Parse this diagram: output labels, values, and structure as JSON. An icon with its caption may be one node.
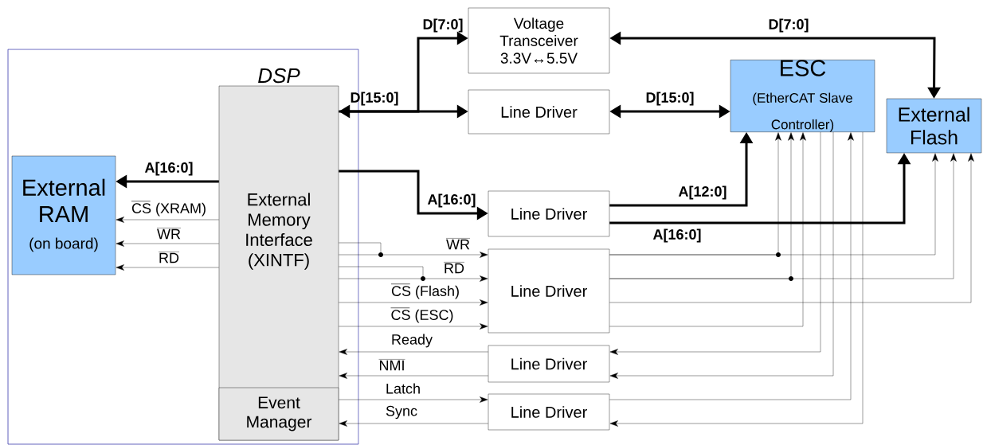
{
  "diagram": {
    "nodes": [
      {
        "text": [],
        "shape": "box"
      },
      {
        "text": [
          "DSP",
          "External Memory Interface (XINTF)"
        ],
        "in": 0
      },
      {
        "text": [
          "Event Manager"
        ],
        "in": 1
      },
      {
        "text": [
          "External RAM",
          "(on board)"
        ],
        "in": 0
      },
      {
        "text": [
          "Voltage Transceiver 3.3V↔5.5V"
        ]
      },
      {
        "text": [
          "Line Driver"
        ]
      },
      {
        "text": [
          "ESC",
          "(EtherCAT Slave Controller)"
        ]
      },
      {
        "text": [
          "External Flash"
        ]
      },
      {
        "text": [
          "Line Driver"
        ]
      },
      {
        "text": [
          "Line Driver"
        ]
      },
      {
        "text": [
          "Line Driver"
        ]
      },
      {
        "text": [
          "Line Driver"
        ]
      }
    ],
    "edges": [
      {
        "from": 1,
        "to": 3,
        "arrow": "to",
        "style": "thick",
        "label": "A[16:0]"
      },
      {
        "from": 1,
        "to": 5,
        "arrow": "both",
        "style": "thick",
        "label": "D[15:0]"
      },
      {
        "from": 1,
        "to": 4,
        "arrow": "to",
        "style": "thick",
        "label": "D[7:0]"
      },
      {
        "from": 5,
        "to": 6,
        "arrow": "both",
        "style": "thick",
        "label": "D[15:0]"
      },
      {
        "from": 4,
        "to": 7,
        "arrow": "both",
        "style": "thick",
        "label": "D[7:0]"
      },
      {
        "from": 1,
        "to": 8,
        "arrow": "to",
        "style": "thick",
        "label": "A[16:0]"
      },
      {
        "from": 8,
        "to": 6,
        "arrow": "to",
        "style": "thick",
        "label": "A[12:0]"
      },
      {
        "from": 8,
        "to": 7,
        "arrow": "to",
        "style": "thick",
        "label": "A[16:0]"
      },
      {
        "from": 1,
        "to": 3,
        "arrow": "to",
        "label": "CS (XRAM)"
      },
      {
        "from": 1,
        "to": 3,
        "arrow": "to",
        "label": "WR"
      },
      {
        "from": 1,
        "to": 3,
        "arrow": "to",
        "label": "RD"
      },
      {
        "from": 1,
        "to": 9,
        "arrow": "to",
        "label": "WR"
      },
      {
        "from": 1,
        "to": 9,
        "arrow": "to",
        "label": "RD"
      },
      {
        "from": 1,
        "to": 9,
        "arrow": "to",
        "label": "CS (Flash)"
      },
      {
        "from": 1,
        "to": 9,
        "arrow": "to",
        "label": "CS (ESC)"
      },
      {
        "from": 9,
        "to": 7,
        "arrow": "to"
      },
      {
        "from": 9,
        "to": 6,
        "arrow": "to"
      },
      {
        "from": 9,
        "to": 7,
        "arrow": "to"
      },
      {
        "from": 9,
        "to": 6,
        "arrow": "to"
      },
      {
        "from": 9,
        "to": 7,
        "arrow": "to"
      },
      {
        "from": 9,
        "to": 6,
        "arrow": "to"
      },
      {
        "from": 6,
        "to": 10,
        "arrow": "to"
      },
      {
        "from": 10,
        "to": 1,
        "arrow": "to",
        "label": "Ready"
      },
      {
        "from": 6,
        "to": 10,
        "arrow": "to"
      },
      {
        "from": 10,
        "to": 1,
        "arrow": "to",
        "label": "NMI"
      },
      {
        "from": 2,
        "to": 11,
        "arrow": "to",
        "label": "Latch"
      },
      {
        "from": 11,
        "to": 6,
        "arrow": "to"
      },
      {
        "from": 6,
        "to": 11,
        "arrow": "to"
      },
      {
        "from": 11,
        "to": 2,
        "arrow": "to",
        "label": "Sync"
      }
    ]
  }
}
